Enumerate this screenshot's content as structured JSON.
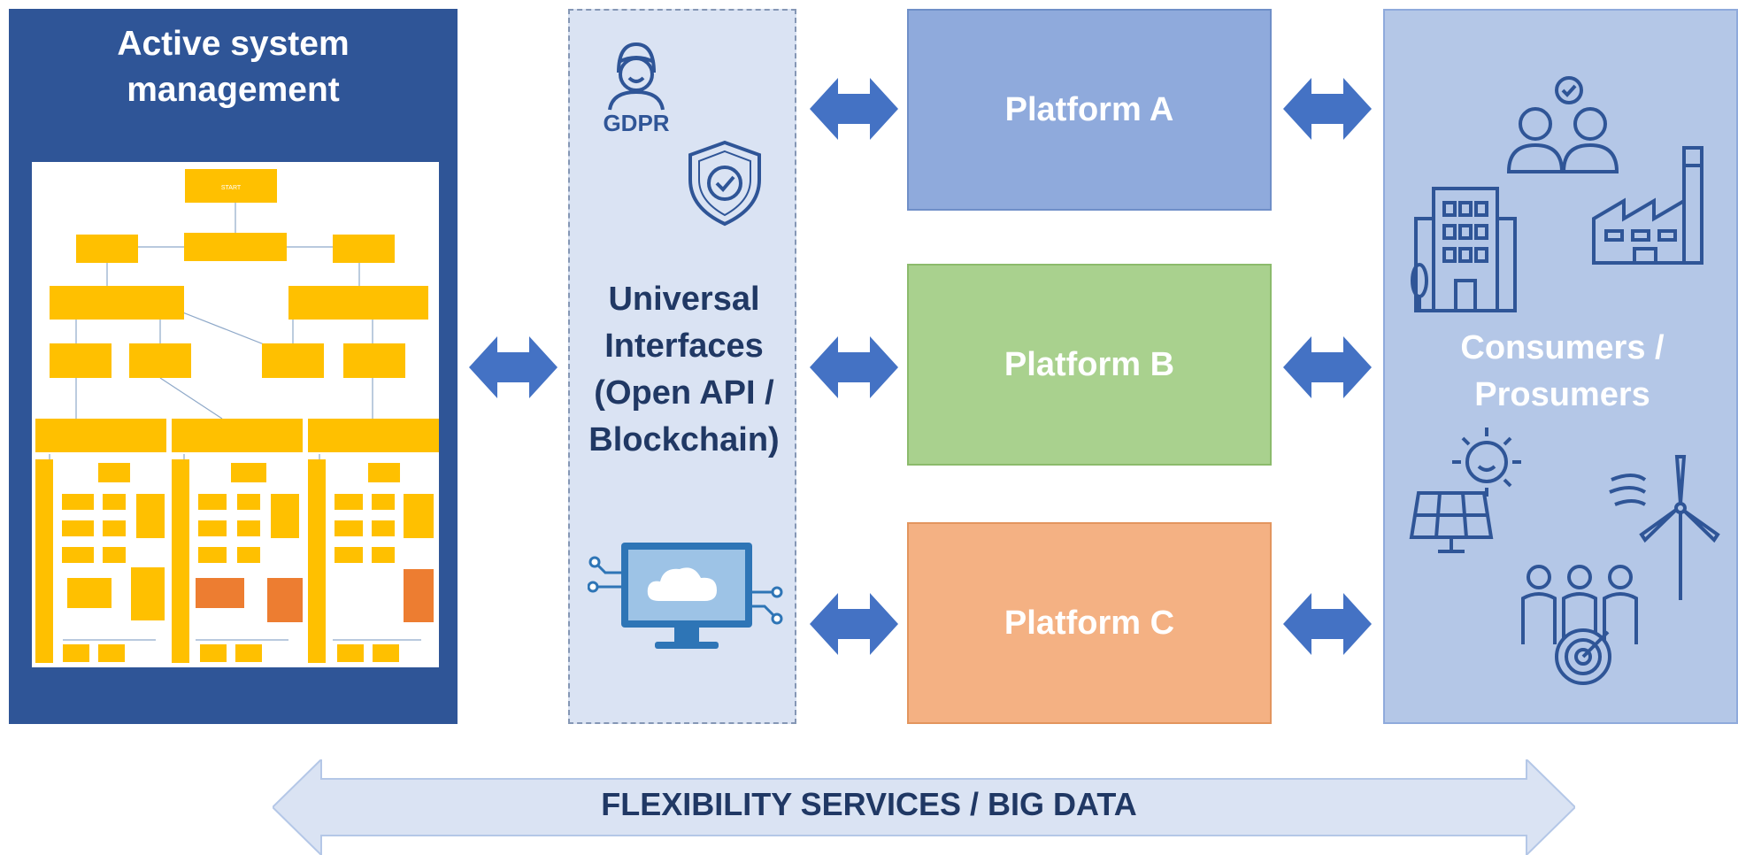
{
  "left_panel": {
    "title_line1": "Active system",
    "title_line2": "management",
    "flowchart": {
      "start": "START",
      "decision": "",
      "yes_left": "",
      "yes_right": "",
      "mid_left": "",
      "mid_right": "",
      "options": [
        "",
        "",
        ""
      ],
      "column_labels": [
        "",
        "",
        ""
      ]
    }
  },
  "interfaces": {
    "line1": "Universal",
    "line2": "Interfaces",
    "line3": "(Open API /",
    "line4": "Blockchain)",
    "gdpr_label": "GDPR"
  },
  "platforms": {
    "a": "Platform A",
    "b": "Platform B",
    "c": "Platform C"
  },
  "consumers": {
    "line1": "Consumers /",
    "line2": "Prosumers"
  },
  "bottom": {
    "label": "FLEXIBILITY SERVICES / BIG DATA"
  },
  "colors": {
    "asm_blue": "#2f5597",
    "arrow_blue": "#4472c4",
    "interface_bg": "#dae3f3",
    "platform_a": "#8faadc",
    "platform_b": "#a9d18e",
    "platform_c": "#f4b183",
    "consumers_bg": "#b4c7e7",
    "flow_orange": "#ffc000",
    "flow_dark_orange": "#ed7d31",
    "icon_blue": "#2f5597"
  }
}
